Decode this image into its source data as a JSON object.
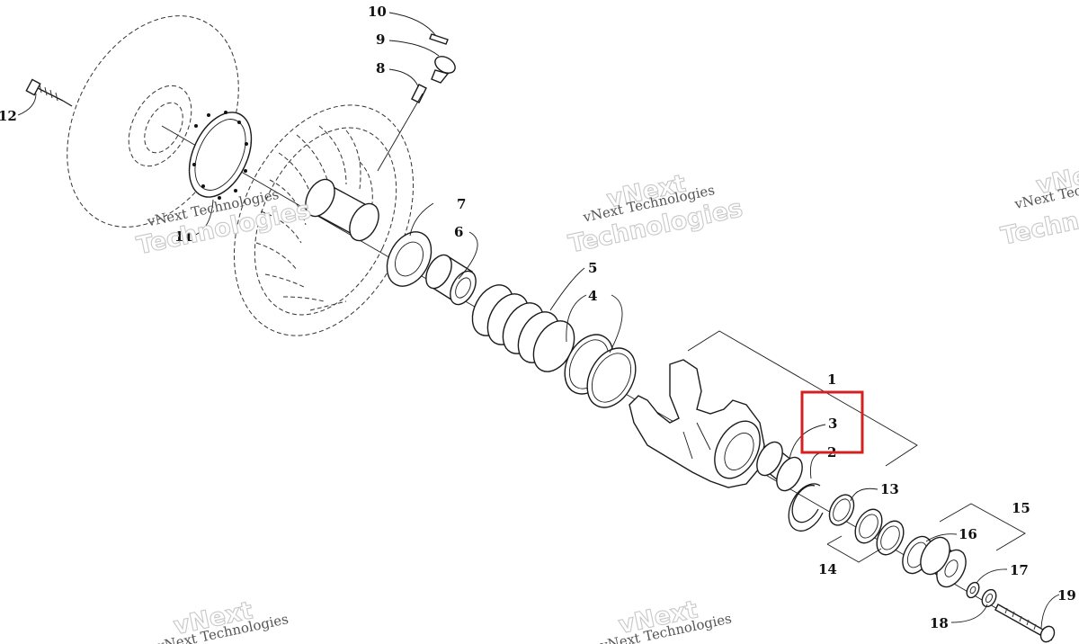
{
  "diagram": {
    "callouts": [
      {
        "id": "1",
        "label": "1"
      },
      {
        "id": "2",
        "label": "2"
      },
      {
        "id": "3",
        "label": "3"
      },
      {
        "id": "4",
        "label": "4"
      },
      {
        "id": "5",
        "label": "5"
      },
      {
        "id": "6",
        "label": "6"
      },
      {
        "id": "7",
        "label": "7"
      },
      {
        "id": "8",
        "label": "8"
      },
      {
        "id": "9",
        "label": "9"
      },
      {
        "id": "10",
        "label": "10"
      },
      {
        "id": "11",
        "label": "11"
      },
      {
        "id": "12",
        "label": "12"
      },
      {
        "id": "13",
        "label": "13"
      },
      {
        "id": "14",
        "label": "14"
      },
      {
        "id": "15",
        "label": "15"
      },
      {
        "id": "16",
        "label": "16"
      },
      {
        "id": "17",
        "label": "17"
      },
      {
        "id": "18",
        "label": "18"
      },
      {
        "id": "19",
        "label": "19"
      }
    ],
    "highlighted_callout": "3",
    "highlight_color": "#d42020",
    "watermark": {
      "line1": "vNext Technologies",
      "line2": "vNext",
      "line3": "Technologies"
    }
  }
}
